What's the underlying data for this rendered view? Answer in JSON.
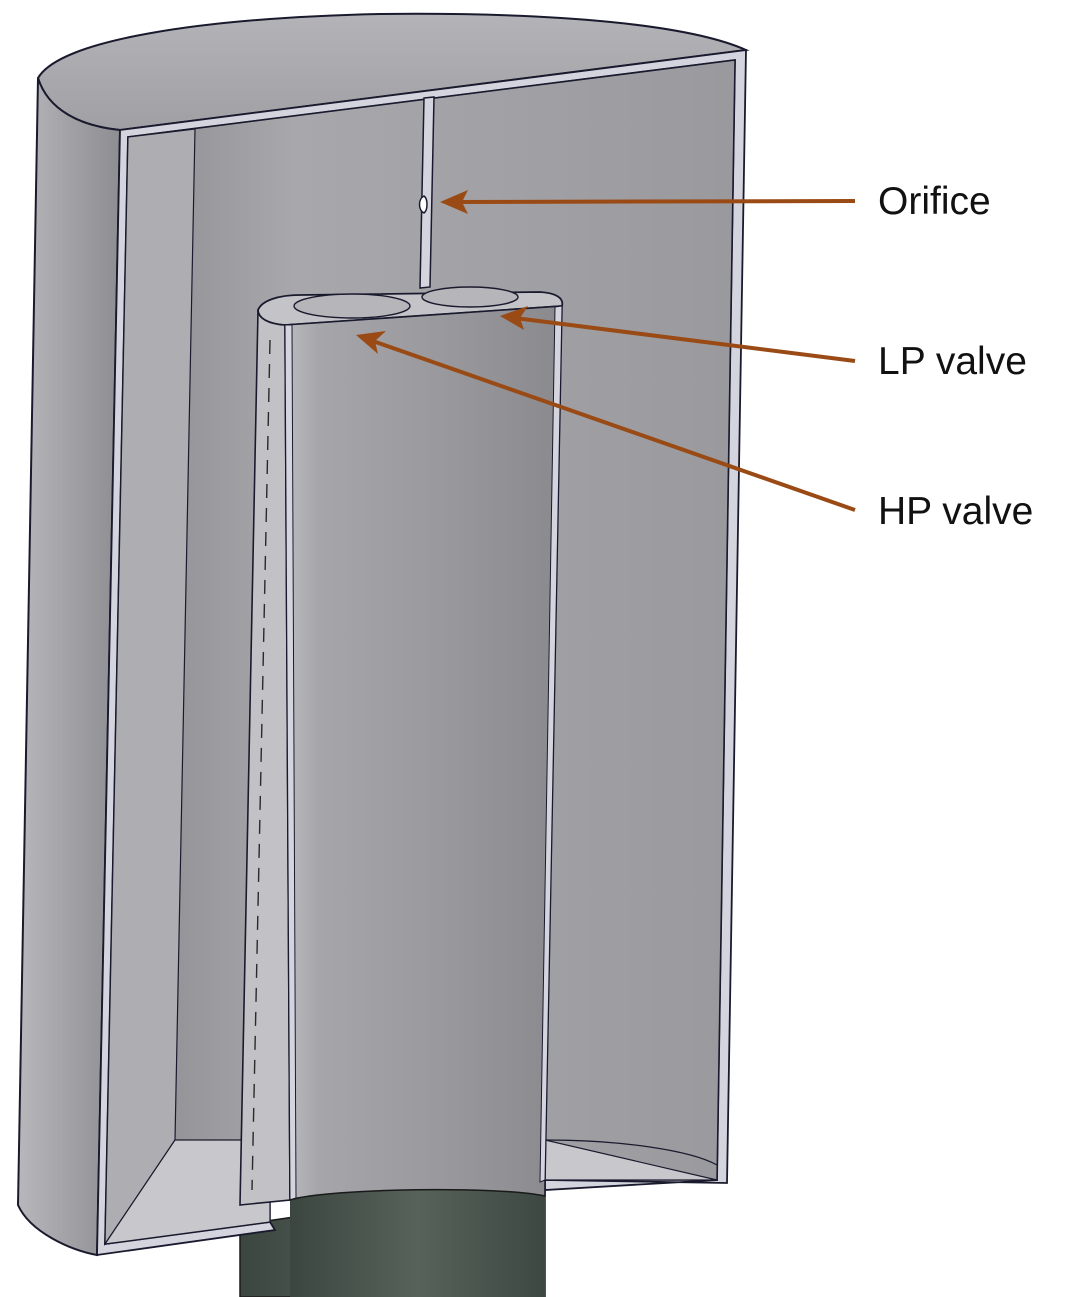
{
  "labels": {
    "orifice": "Orifice",
    "lp_valve": "LP valve",
    "hp_valve": "HP valve"
  },
  "colors": {
    "arrow": "#9a4a14",
    "outline": "#1a1a2e",
    "shell_outer": "#a4a4a8",
    "shell_inner": "#9c9ca0",
    "wall_edge": "#d4d4de",
    "tube": "#8f8f93",
    "stem": "#4e5a52",
    "floor": "#c8c8cc"
  }
}
